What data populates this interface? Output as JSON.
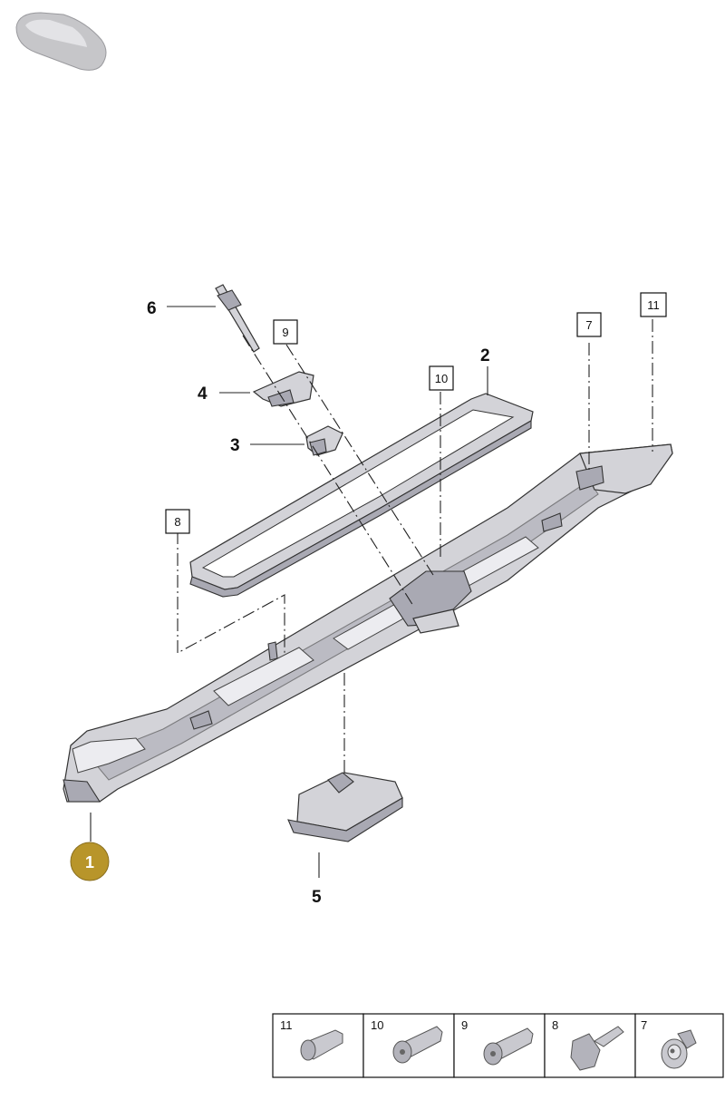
{
  "callouts": {
    "c1": "1",
    "c2": "2",
    "c3": "3",
    "c4": "4",
    "c5": "5",
    "c6": "6"
  },
  "ref_boxes": {
    "r7": "7",
    "r8": "8",
    "r9": "9",
    "r10": "10",
    "r11": "11"
  },
  "fastener_table": [
    {
      "label": "11",
      "icon": "bolt-short-icon"
    },
    {
      "label": "10",
      "icon": "torx-bolt-icon"
    },
    {
      "label": "9",
      "icon": "torx-bolt-icon"
    },
    {
      "label": "8",
      "icon": "plastic-rivet-icon"
    },
    {
      "label": "7",
      "icon": "clip-nut-icon"
    }
  ],
  "colors": {
    "highlight_badge": "#b8952a",
    "part_fill": "#d3d3d8",
    "line": "#222222"
  }
}
